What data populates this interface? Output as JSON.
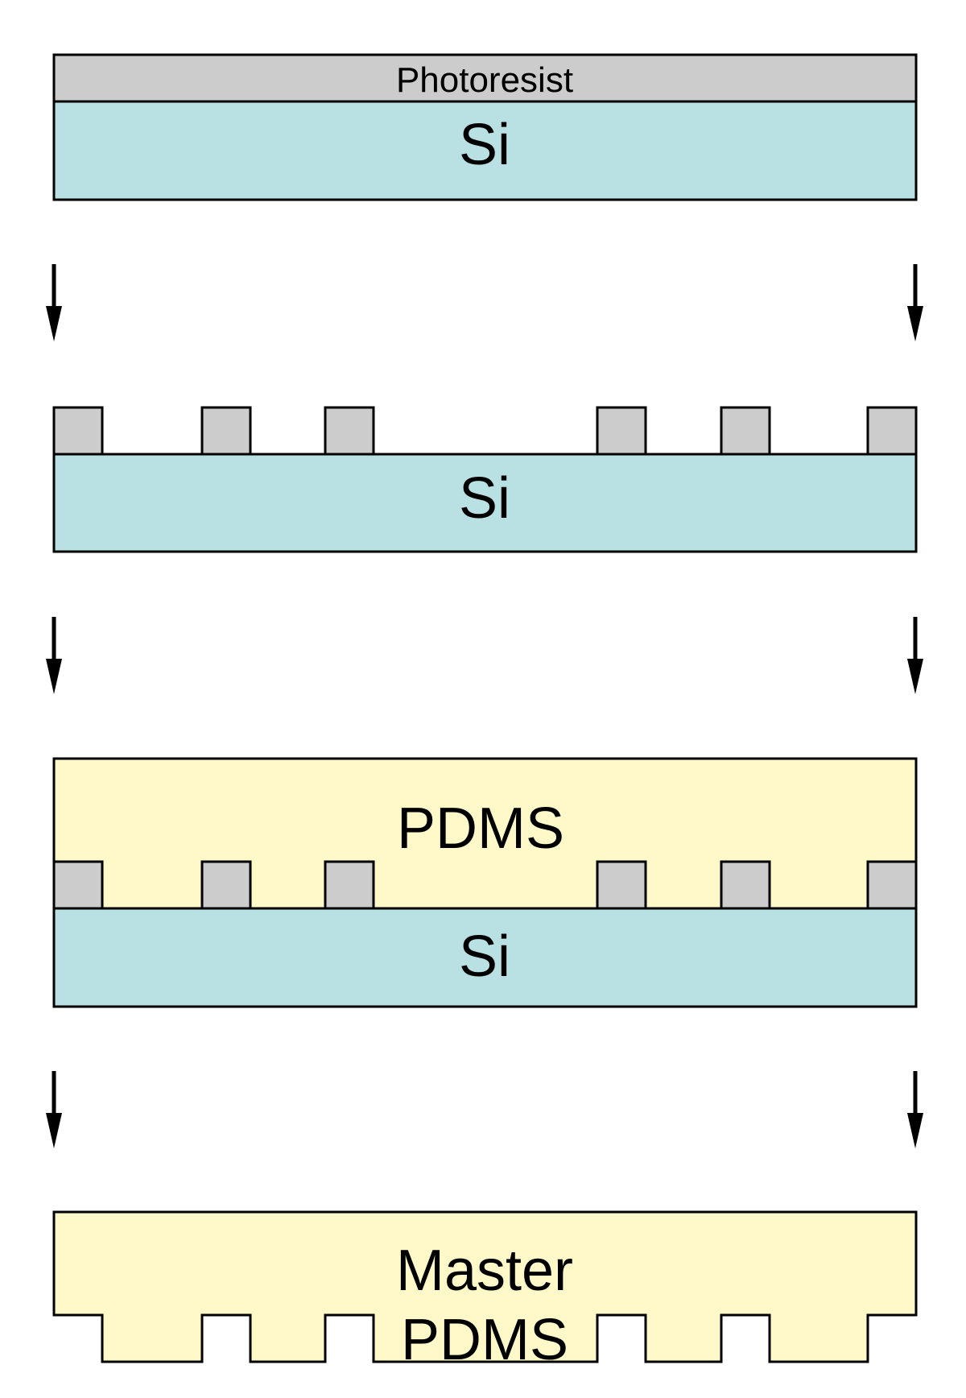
{
  "labels": {
    "photoresist": "Photoresist",
    "si_step1": "Si",
    "si_step2": "Si",
    "si_step3": "Si",
    "pdms_step3": "PDMS",
    "master_line1": "Master",
    "master_line2": "PDMS"
  },
  "colors": {
    "photoresist": "#cccccc",
    "silicon": "#b9e0e3",
    "pdms": "#fff8c8",
    "stroke": "#000000",
    "background": "#ffffff"
  },
  "pattern": {
    "description_count": 6
  }
}
